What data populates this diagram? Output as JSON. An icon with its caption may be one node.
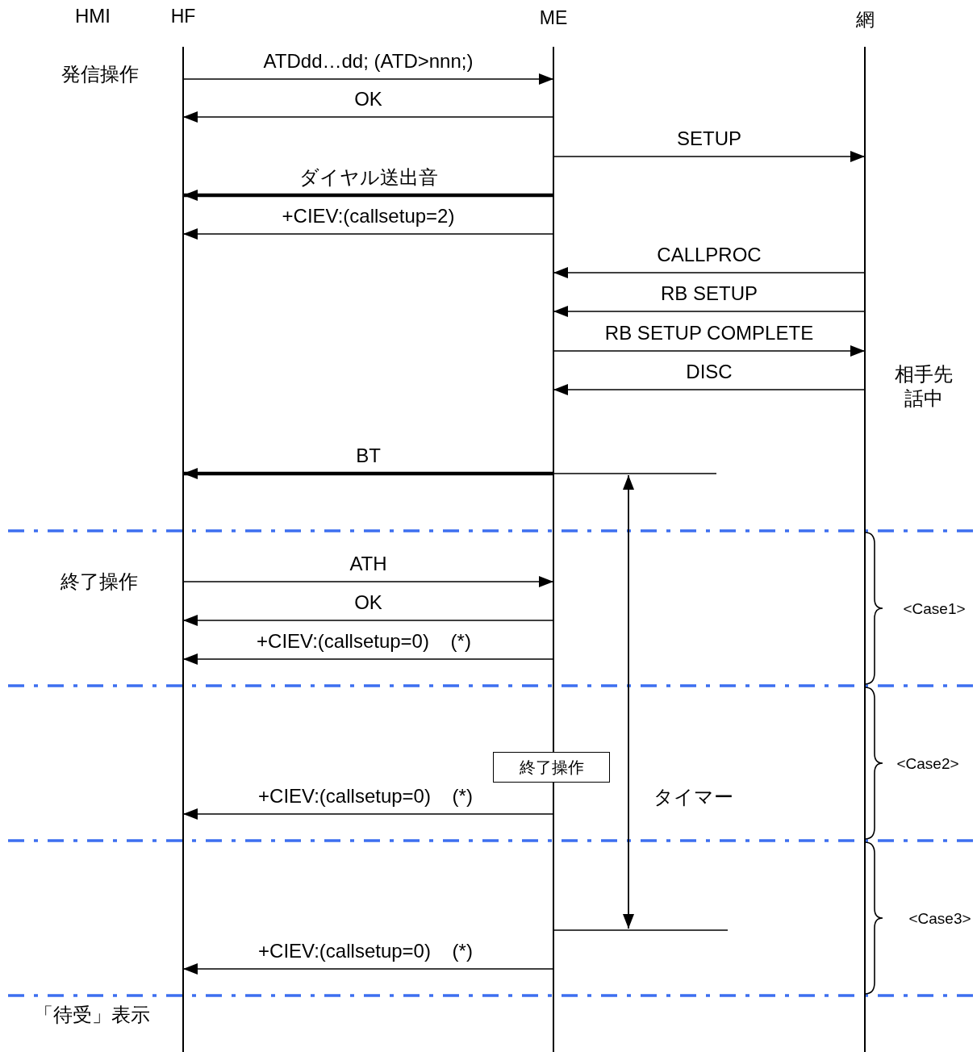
{
  "diagram": {
    "nodes": [
      {
        "text": [
          "HF"
        ]
      },
      {
        "text": [
          "ME"
        ]
      },
      {
        "text": [
          "網"
        ]
      },
      {
        "text": [
          "終了操作"
        ]
      }
    ],
    "edges": [
      {
        "from": 0,
        "to": 1,
        "arrow": "to",
        "label": "ATDdd…dd; (ATD>nnn;)"
      },
      {
        "from": 1,
        "to": 0,
        "arrow": "to",
        "label": "OK"
      },
      {
        "from": 1,
        "to": 2,
        "arrow": "to",
        "label": "SETUP"
      },
      {
        "from": 1,
        "to": 0,
        "arrow": "to",
        "label": "ダイヤル送出音",
        "style": "thick"
      },
      {
        "from": 1,
        "to": 0,
        "arrow": "to",
        "label": "+CIEV:(callsetup=2)"
      },
      {
        "from": 2,
        "to": 1,
        "arrow": "to",
        "label": "CALLPROC"
      },
      {
        "from": 2,
        "to": 1,
        "arrow": "to",
        "label": "RB SETUP"
      },
      {
        "from": 1,
        "to": 2,
        "arrow": "to",
        "label": "RB SETUP COMPLETE"
      },
      {
        "from": 2,
        "to": 1,
        "arrow": "to",
        "label": "DISC"
      },
      {
        "from": 1,
        "to": 0,
        "arrow": "to",
        "label": "BT",
        "style": "thick"
      },
      {
        "from": 0,
        "to": 1,
        "arrow": "to",
        "label": "ATH"
      },
      {
        "from": 1,
        "to": 0,
        "arrow": "to",
        "label": "OK"
      },
      {
        "from": 1,
        "to": 0,
        "arrow": "to",
        "label": "+CIEV:(callsetup=0)    (*)"
      },
      {
        "from": 1,
        "to": 0,
        "arrow": "to",
        "label": "+CIEV:(callsetup=0)    (*)"
      },
      {
        "from": 1,
        "to": 0,
        "arrow": "to",
        "label": "+CIEV:(callsetup=0)    (*)"
      }
    ],
    "labels": [
      "HMI",
      "発信操作",
      "相手先話中",
      "終了操作",
      "<Case1>",
      "<Case2>",
      "タイマー",
      "<Case3>",
      "「待受」表示"
    ]
  }
}
